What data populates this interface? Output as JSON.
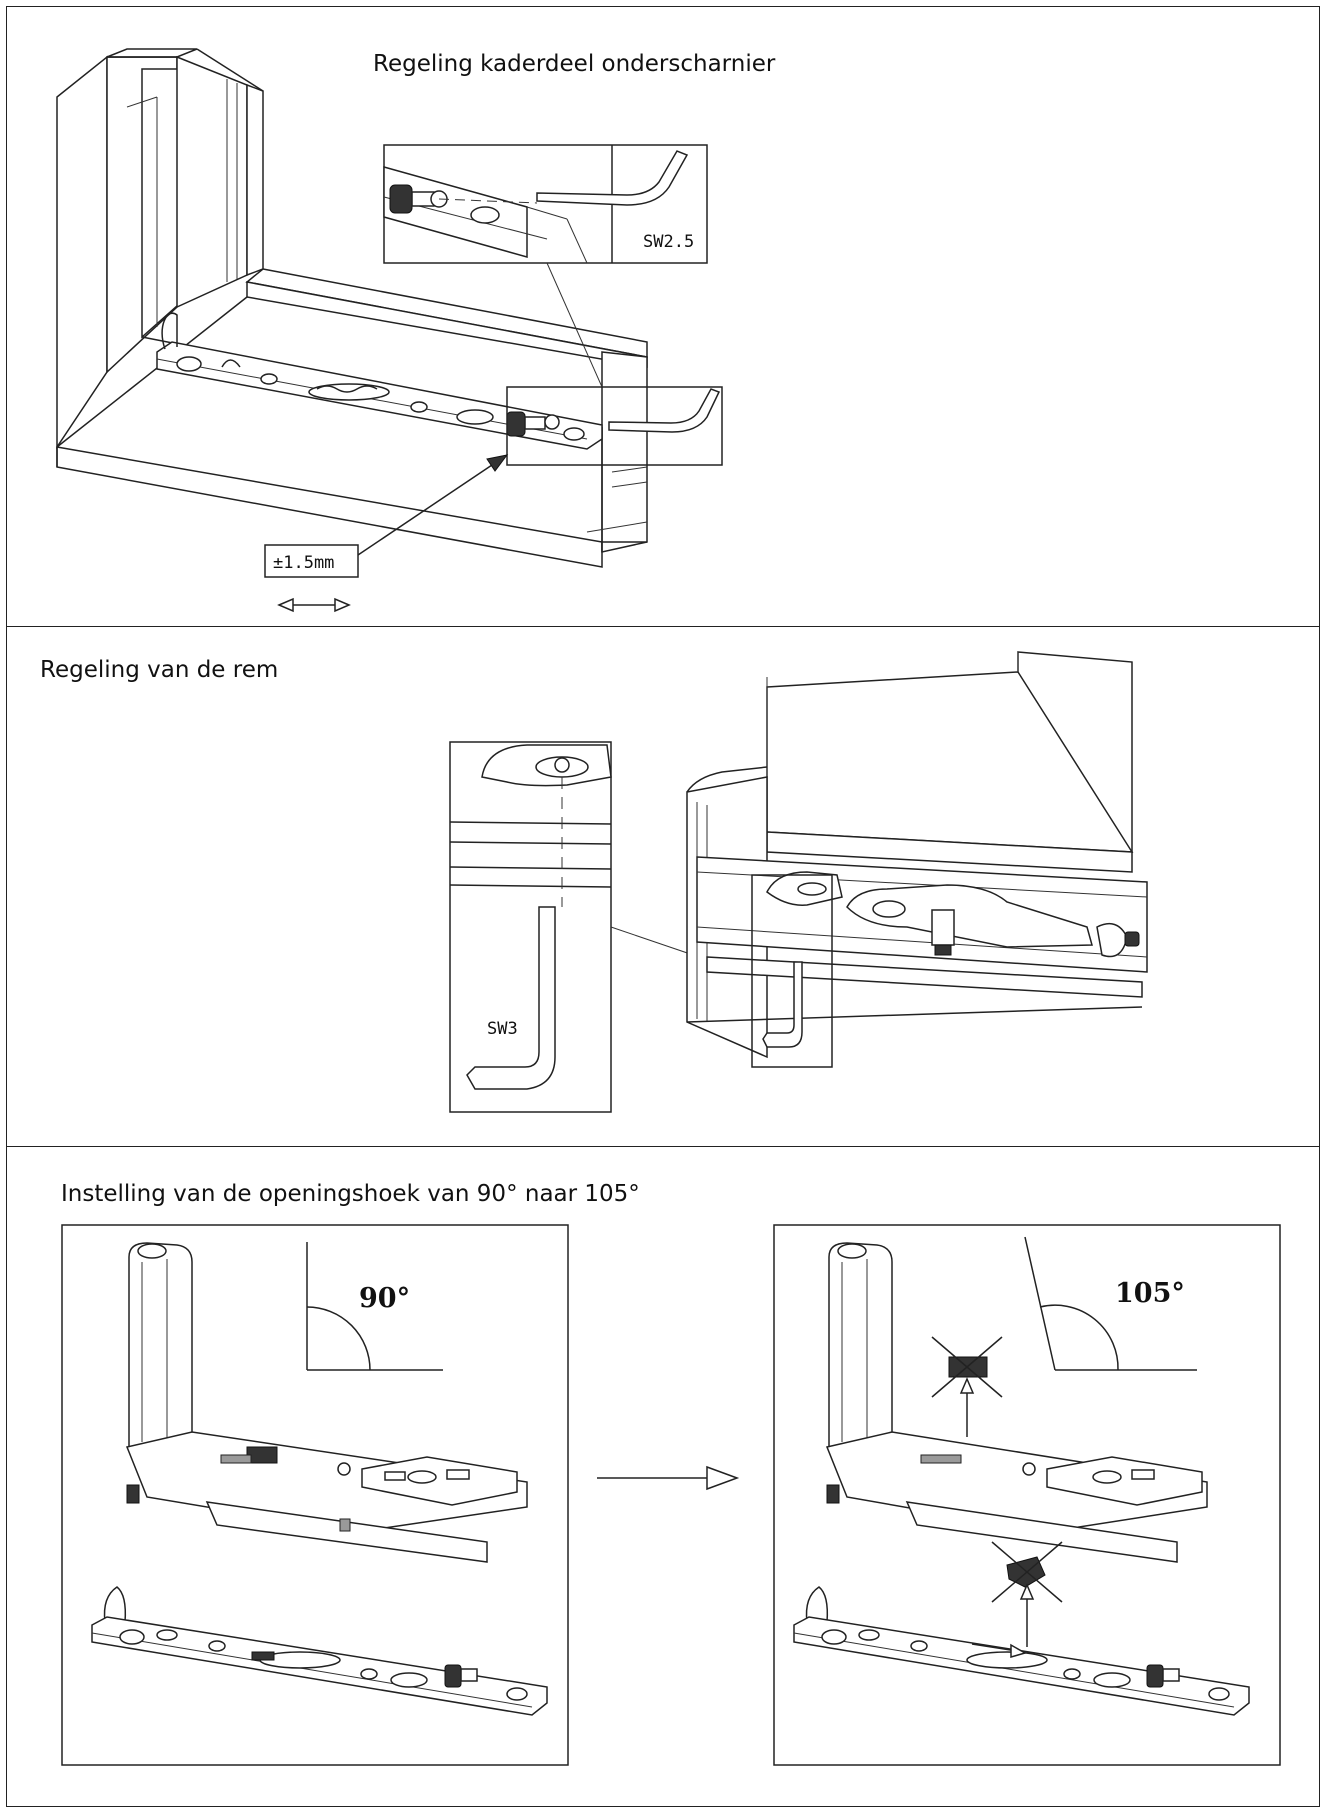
{
  "sections": {
    "frame_hinge": {
      "title": "Regeling kaderdeel onderscharnier",
      "wrench_label": "SW2.5",
      "tolerance_label": "±1.5mm"
    },
    "brake": {
      "title": "Regeling van de rem",
      "wrench_label": "SW3"
    },
    "opening_angle": {
      "title": "Instelling van de openingshoek van 90° naar 105°",
      "angle_before": "90°",
      "angle_after": "105°"
    }
  }
}
